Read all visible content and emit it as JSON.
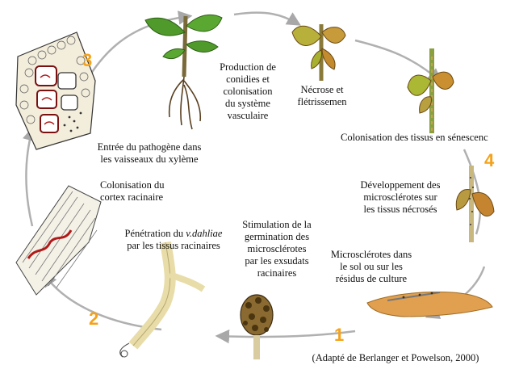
{
  "accent_number_color": "#f5a219",
  "cycle_arrow_color": "#a8a8a8",
  "stage_numbers": [
    "1",
    "2",
    "3",
    "4"
  ],
  "labels": {
    "production": "Production de\nconidies et\ncolonisation\ndu système\nvasculaire",
    "necrose": "Nécrose et\nflétrissemen",
    "colonisation_senescents": "Colonisation des tissus en sénescenc",
    "entree": "Entrée du pathogène dans\nles vaisseaux du xylème",
    "cortex": "Colonisation du\ncortex racinaire",
    "developpement": "Développement des\nmicrosclérotes sur\nles tissus nécrosés",
    "penetration_prefix": "Pénétration du ",
    "penetration_italic": "v.dahliae",
    "penetration_suffix": "\npar les tissus racinaires",
    "stimulation": "Stimulation de la\ngermination des\nmicrosclérotes\npar les exsudats\nracinaires",
    "microsclerotes_sol": "Microsclérotes dans\nle sol ou sur les\nrésidus de culture",
    "source": "(Adapté de Berlanger et Powelson, 2000)"
  },
  "illustrations": [
    "xylem-vessel-cross-section",
    "healthy-plant-with-roots",
    "wilting-plant-necrosis",
    "senescent-plant-stem",
    "plant-with-microsclerotes",
    "root-cortex-tissue",
    "germinating-root",
    "microsclerotia-cluster",
    "soil-crop-residue"
  ]
}
